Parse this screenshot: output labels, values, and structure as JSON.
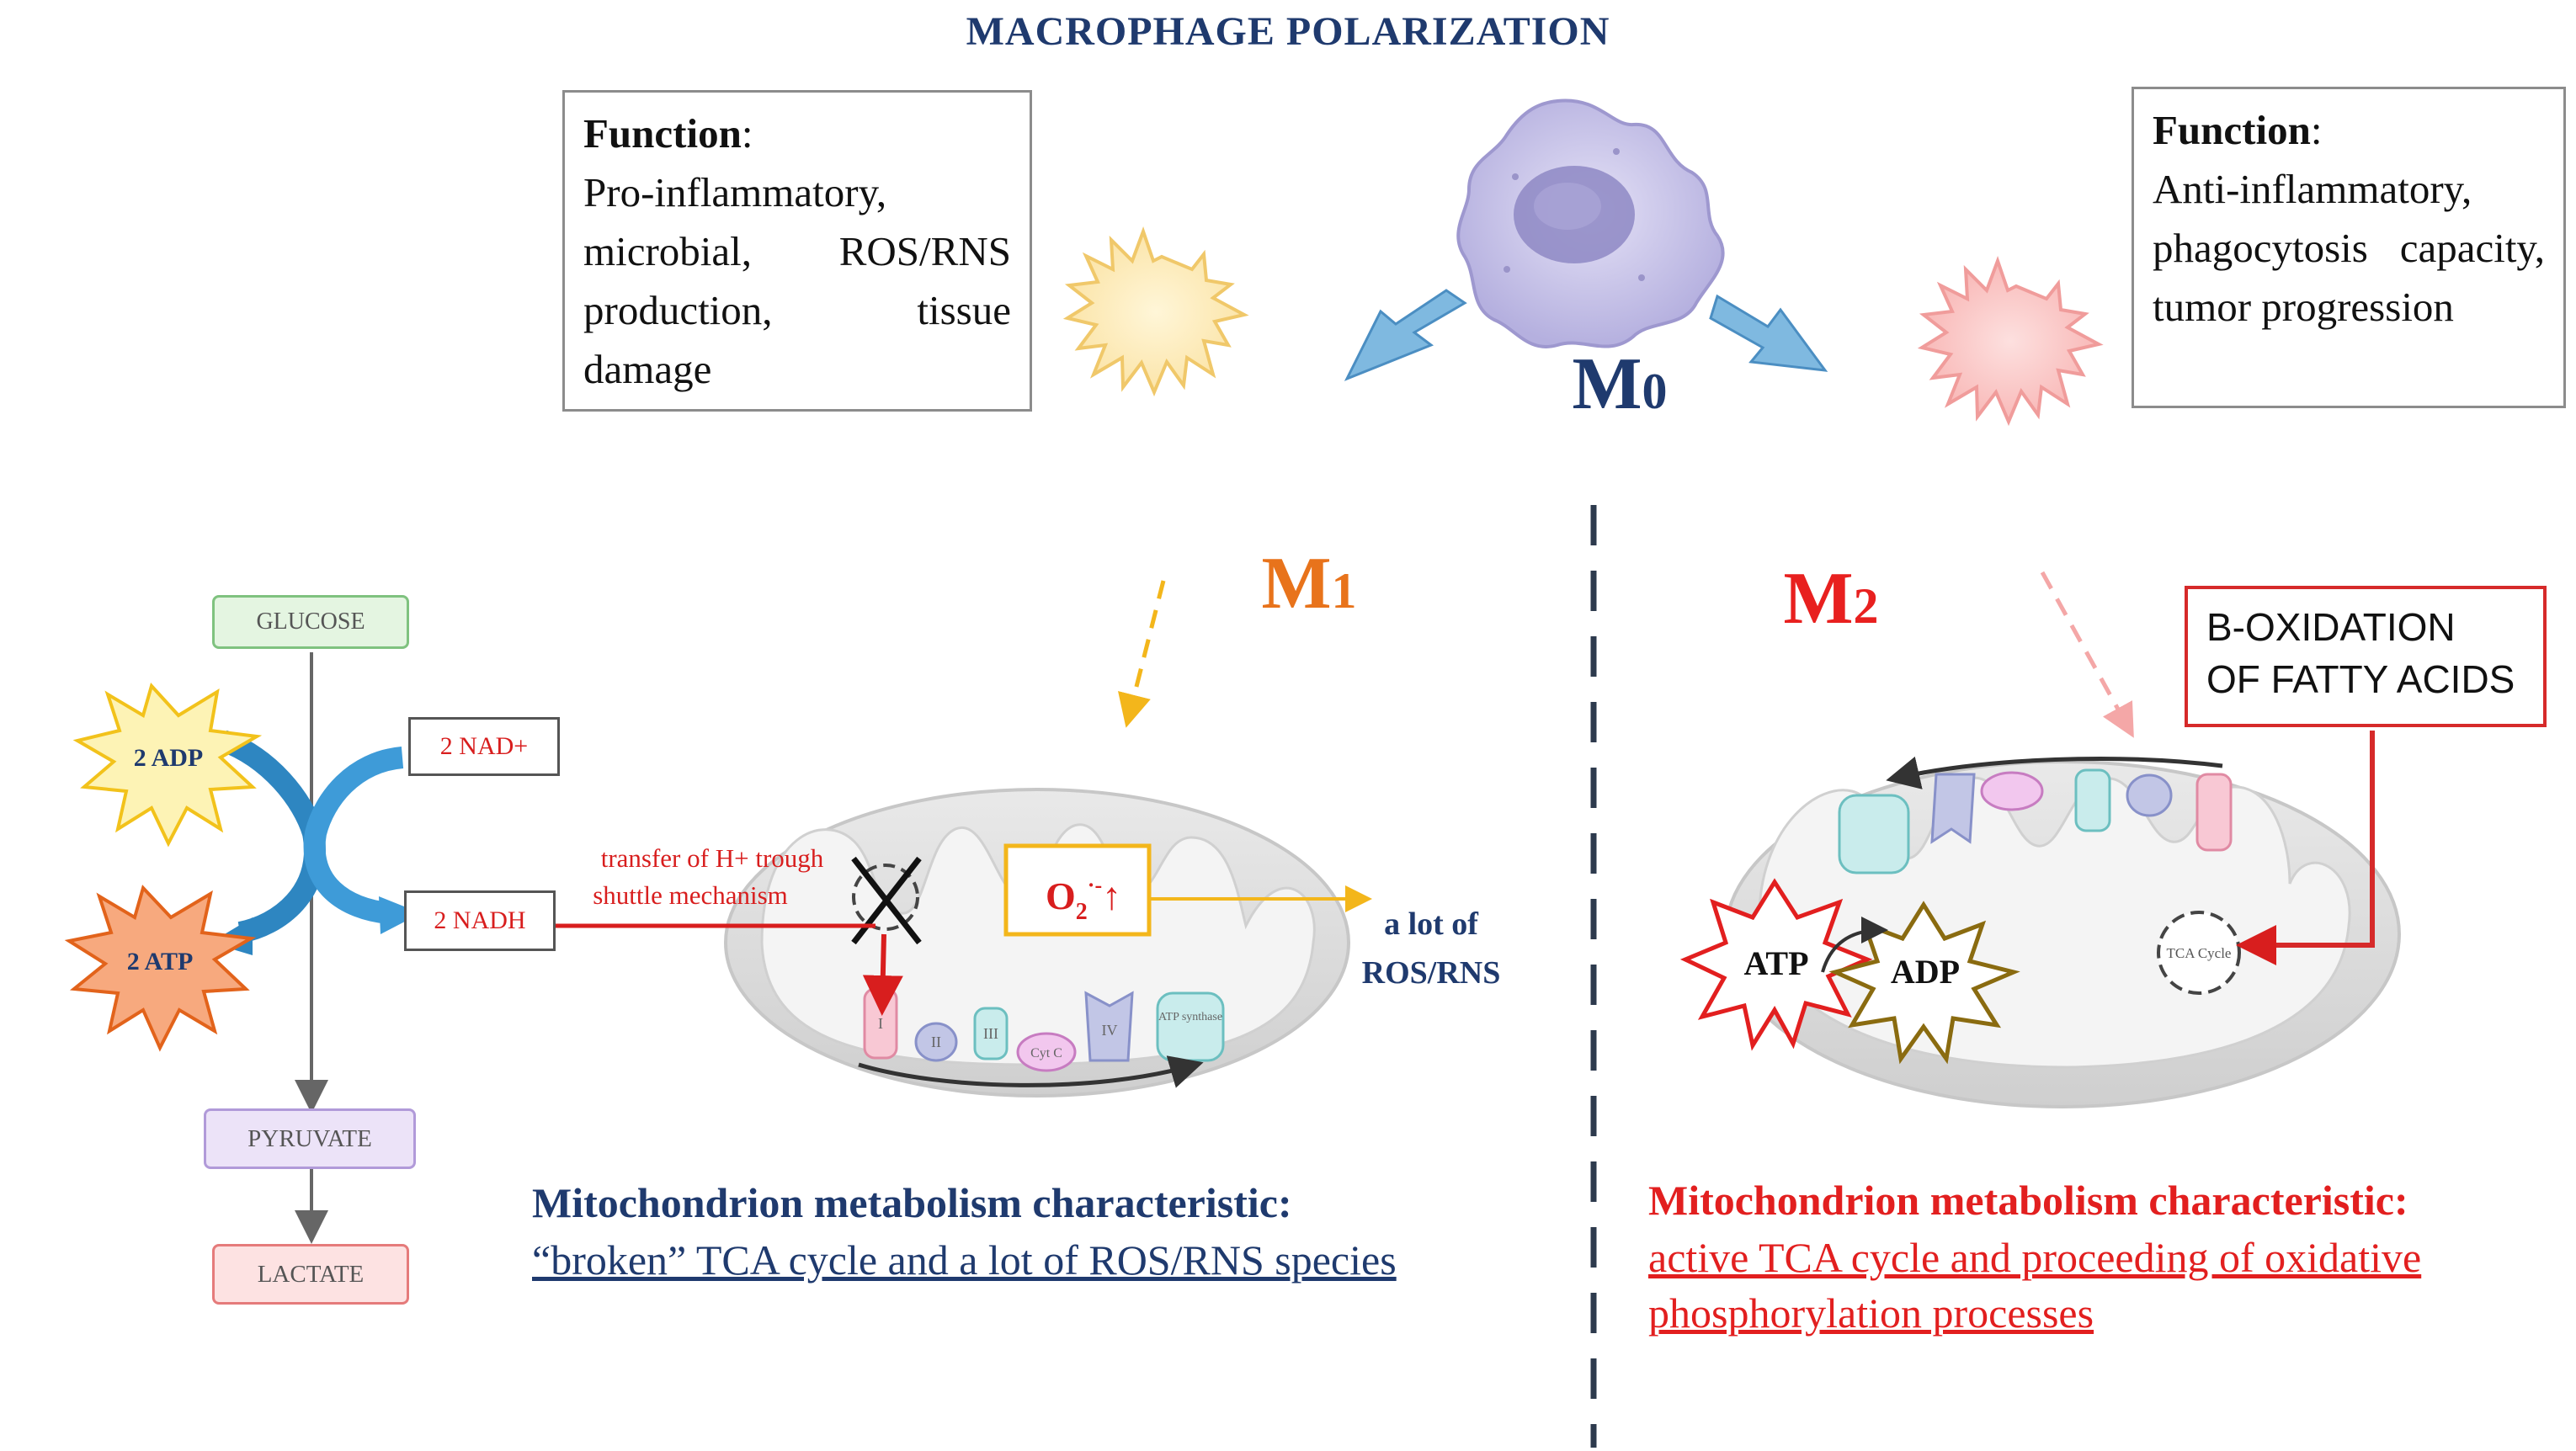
{
  "title": "MACROPHAGE POLARIZATION",
  "m1_function": {
    "label": "Function",
    "text": "Pro-inflammatory, microbial, ROS/RNS production, tissue damage"
  },
  "m2_function": {
    "label": "Function",
    "text": "Anti-inflammatory, phagocytosis capacity, tumor progression"
  },
  "m0_label": {
    "letter": "M",
    "sub": "0"
  },
  "m1_label": {
    "letter": "M",
    "sub": "1"
  },
  "m2_label": {
    "letter": "M",
    "sub": "2"
  },
  "glycolysis": {
    "glucose": "GLUCOSE",
    "adp": "2 ADP",
    "atp": "2 ATP",
    "nad": "2 NAD+",
    "nadh": "2 NADH",
    "pyruvate": "PYRUVATE",
    "lactate": "LACTATE"
  },
  "shuttle": {
    "line1": "transfer of H+ trough",
    "line2": "shuttle mechanism"
  },
  "m1_mito": {
    "superoxide": "O",
    "superoxide_sub": "2",
    "superoxide_sup": "·-",
    "arrow": "↑",
    "ros_line1": "a lot of",
    "ros_line2": "ROS/RNS",
    "complexes": [
      "I",
      "II",
      "III",
      "Cyt C",
      "IV"
    ],
    "atp_synthase": "ATP synthase"
  },
  "m2_mito": {
    "box_line1": "B-OXIDATION",
    "box_line2": "OF FATTY ACIDS",
    "atp": "ATP",
    "adp": "ADP",
    "tca": "TCA Cycle"
  },
  "m1_characteristic": {
    "title": "Mitochondrion metabolism characteristic:",
    "line1": "“broken” TCA cycle and a lot of ROS/RNS species"
  },
  "m2_characteristic": {
    "title": "Mitochondrion metabolism characteristic:",
    "line1": "active TCA cycle and proceeding of oxidative",
    "line2": "phosphorylation processes"
  },
  "colors": {
    "title_blue": "#1f3a6e",
    "m1_orange": "#e8731b",
    "m2_red": "#e8201f",
    "arrow_blue": "#7fb9e0",
    "red": "#e21f1f"
  }
}
